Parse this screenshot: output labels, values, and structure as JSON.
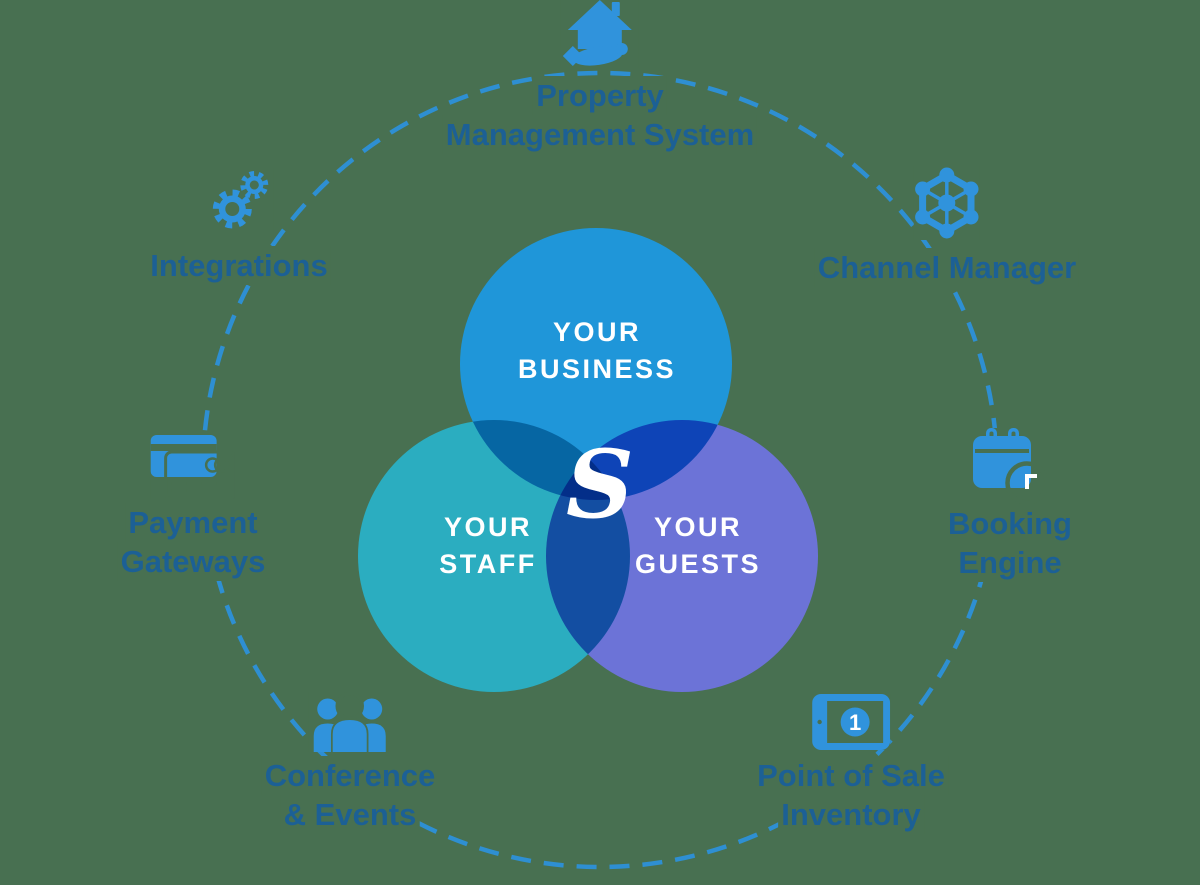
{
  "colors": {
    "background": "#487051",
    "icon_blue": "#3093DC",
    "dash_blue": "#2E8FD2",
    "label_text": "#1C6095",
    "venn_business": "#1F96D9",
    "venn_staff": "#2BADC0",
    "venn_guests": "#6C73D7",
    "venn_text": "#FFFFFF"
  },
  "venn": {
    "logo": "S",
    "circles": [
      {
        "name": "business",
        "lines": [
          "YOUR",
          "BUSINESS"
        ]
      },
      {
        "name": "staff",
        "lines": [
          "YOUR",
          "STAFF"
        ]
      },
      {
        "name": "guests",
        "lines": [
          "YOUR",
          "GUESTS"
        ]
      }
    ]
  },
  "nodes": [
    {
      "name": "property-management-system",
      "icon": "house-hand-icon",
      "lines": [
        "Property",
        "Management System"
      ]
    },
    {
      "name": "channel-manager",
      "icon": "network-hub-icon",
      "lines": [
        "Channel Manager"
      ]
    },
    {
      "name": "booking-engine",
      "icon": "calendar-clock-icon",
      "lines": [
        "Booking",
        "Engine"
      ]
    },
    {
      "name": "point-of-sale-inventory",
      "icon": "tablet-pos-icon",
      "lines": [
        "Point of Sale",
        "Inventory"
      ],
      "badge": "1"
    },
    {
      "name": "conference-events",
      "icon": "people-group-icon",
      "lines": [
        "Conference",
        "& Events"
      ]
    },
    {
      "name": "payment-gateways",
      "icon": "credit-cards-icon",
      "lines": [
        "Payment",
        "Gateways"
      ]
    },
    {
      "name": "integrations",
      "icon": "gears-icon",
      "lines": [
        "Integrations"
      ]
    }
  ]
}
